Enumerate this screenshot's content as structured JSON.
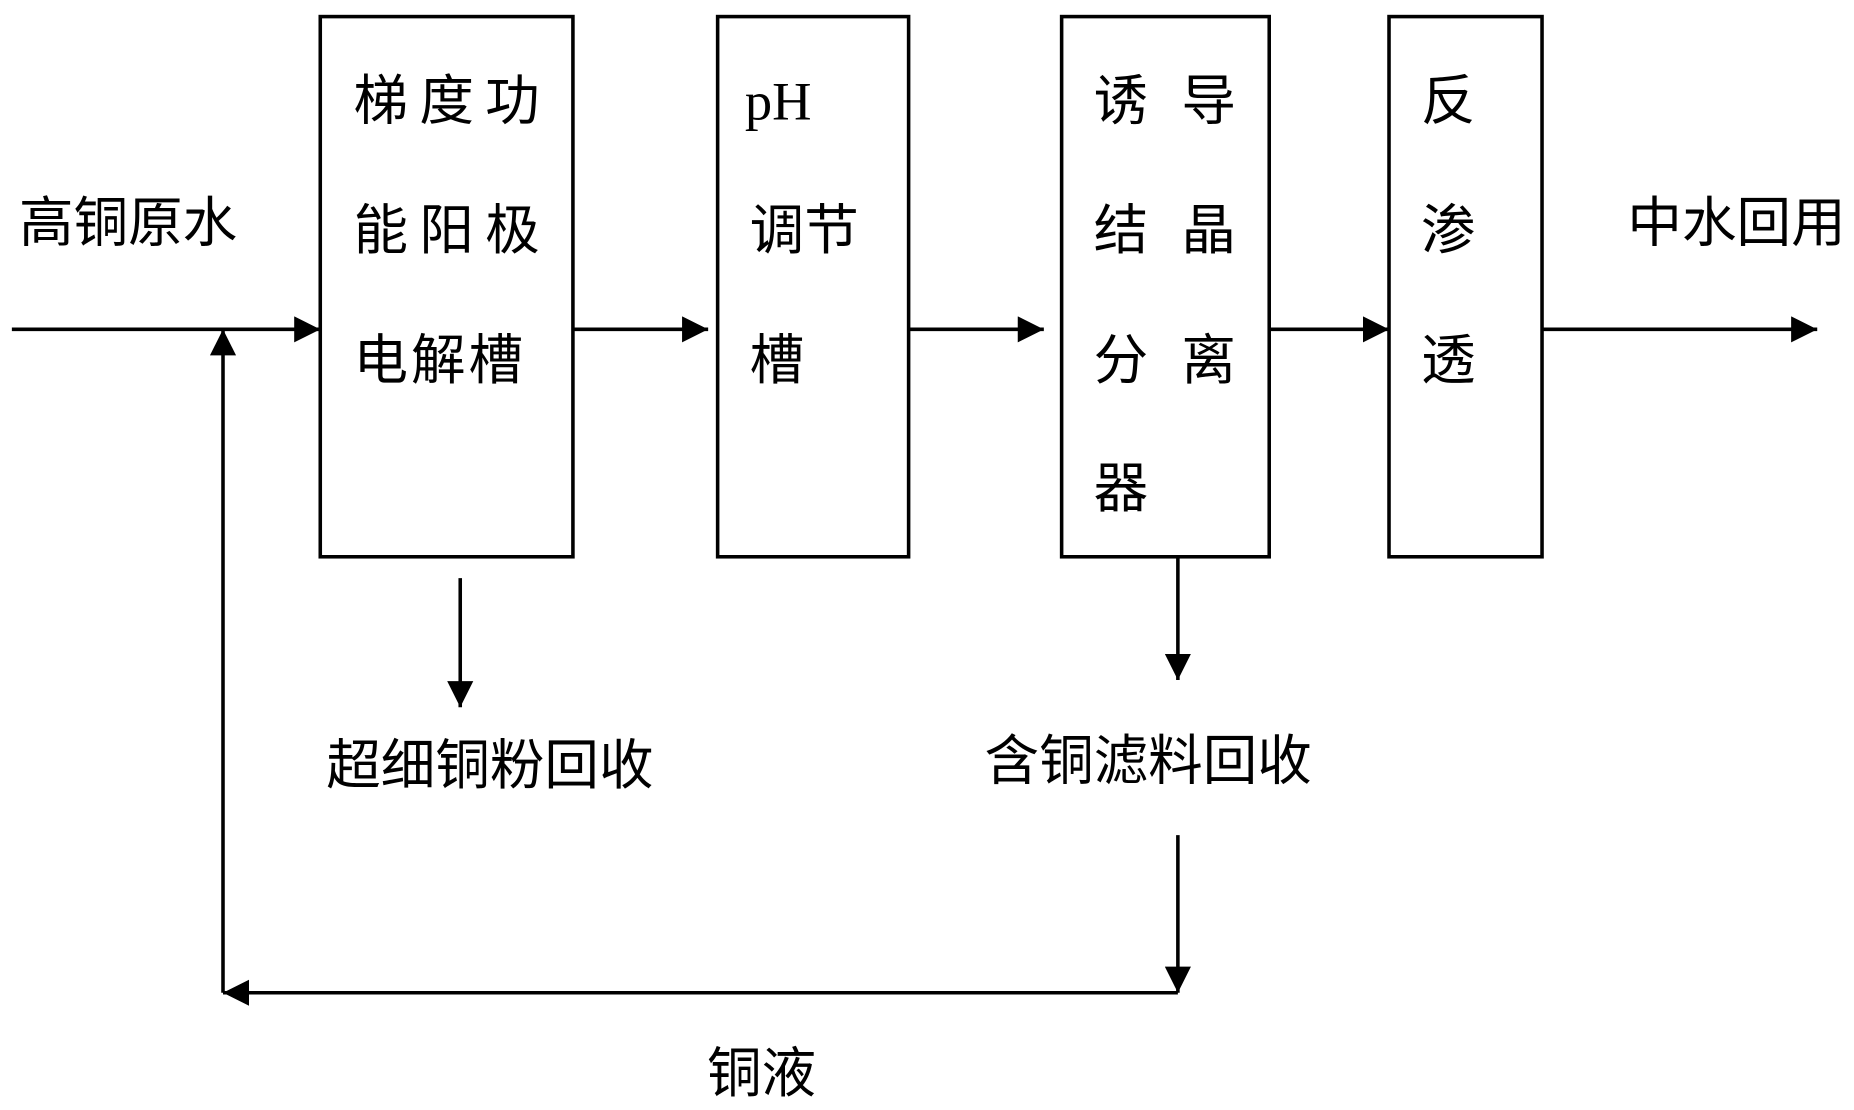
{
  "colors": {
    "line": "#000000",
    "text": "#000000",
    "background": "#ffffff"
  },
  "labels": {
    "input": "高铜原水",
    "output": "中水回用",
    "copper_powder": "超细铜粉回收",
    "filter_material": "含铜滤料回收",
    "copper_liquid": "铜液"
  },
  "boxes": {
    "electrolyzer": {
      "lines": [
        "梯度功",
        "能阳极",
        "电解槽"
      ]
    },
    "ph_tank": {
      "lines": [
        "pH",
        "调节",
        "槽"
      ]
    },
    "crystallizer": {
      "col1": [
        "诱",
        "结",
        "分",
        "器"
      ],
      "col2": [
        "导",
        "晶",
        "离"
      ]
    },
    "ro": {
      "lines": [
        "反",
        "渗",
        "透"
      ]
    }
  }
}
